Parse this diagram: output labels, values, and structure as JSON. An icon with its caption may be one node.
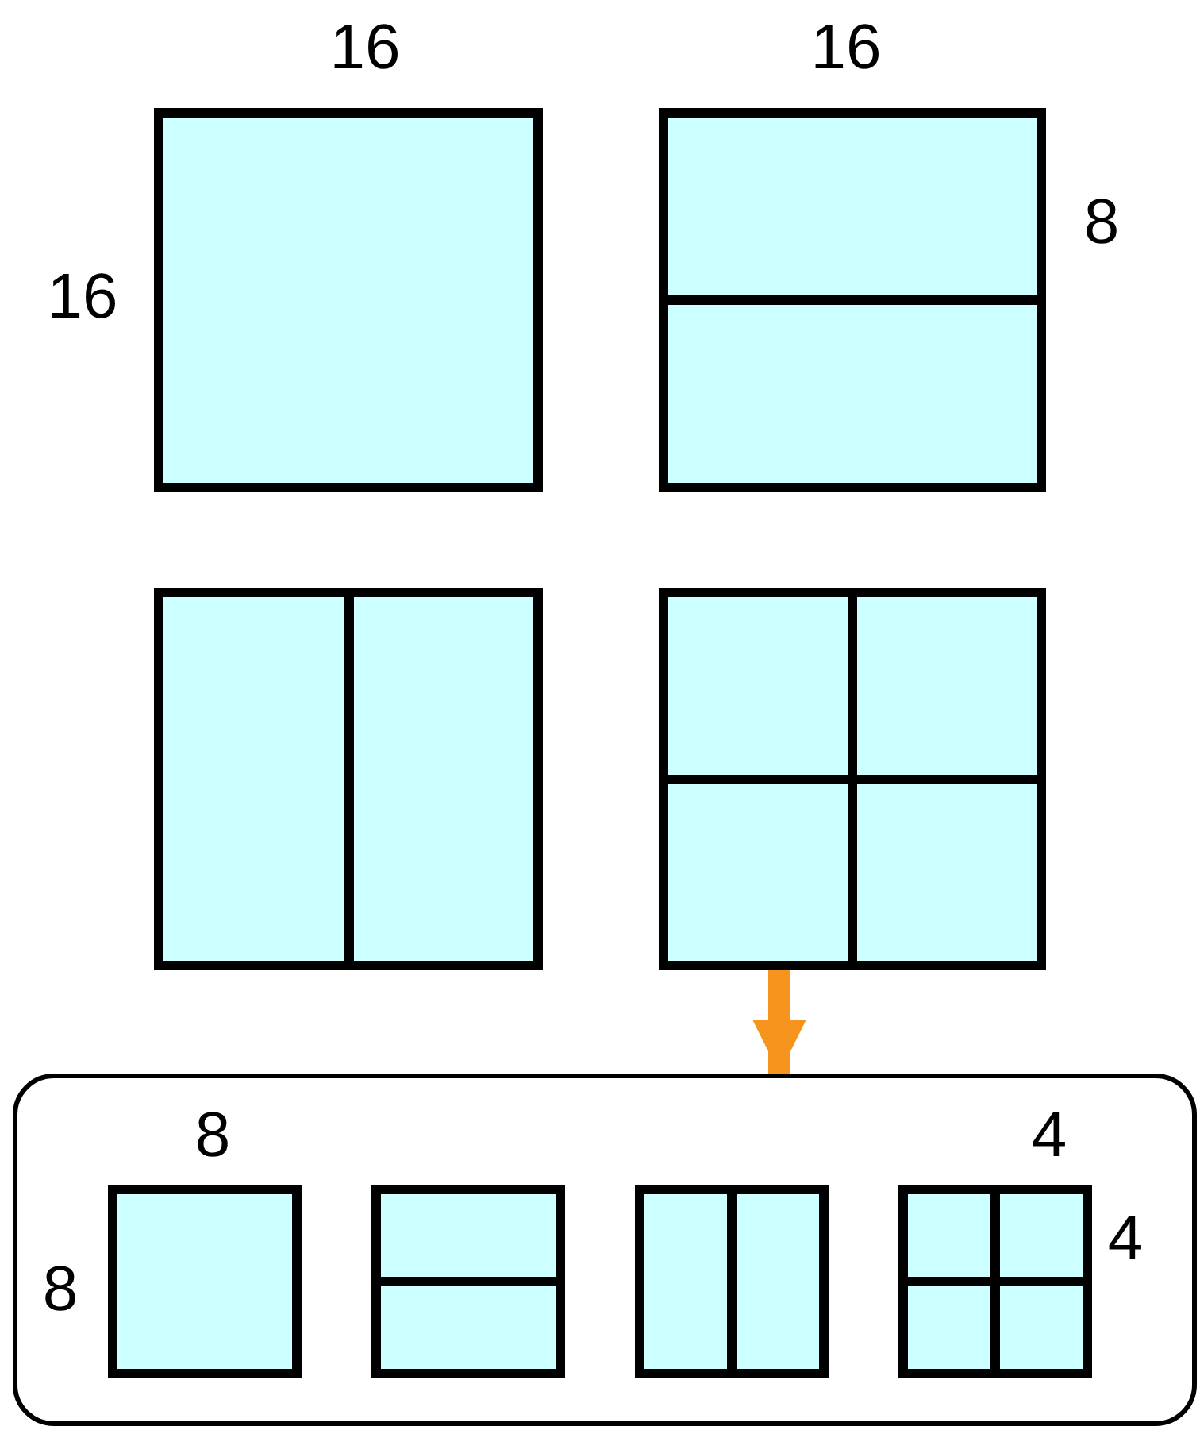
{
  "diagram": {
    "nodes": [
      {
        "text": [],
        "shape": "box"
      },
      {
        "text": [],
        "shape": "box"
      },
      {
        "text": [],
        "shape": "box"
      },
      {
        "text": [],
        "shape": "box"
      },
      {
        "text": [],
        "shape": "box"
      },
      {
        "text": [],
        "shape": "box",
        "in": 4
      },
      {
        "text": [],
        "shape": "box",
        "in": 4
      },
      {
        "text": [],
        "shape": "box",
        "in": 4
      },
      {
        "text": [],
        "shape": "box",
        "in": 4
      }
    ],
    "edges": [
      {
        "from": 3,
        "to": 4,
        "arrow": "to",
        "color": "#f7941d"
      }
    ],
    "labels": [
      "16",
      "16",
      "8",
      "16",
      "8",
      "4",
      "4",
      "8"
    ]
  }
}
